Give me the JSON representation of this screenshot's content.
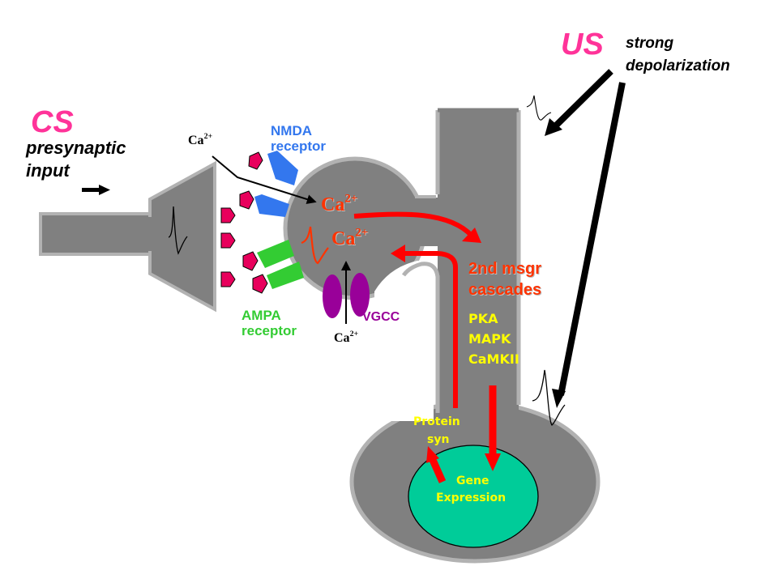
{
  "colors": {
    "cell_fill": "#808080",
    "cell_edge": "#b2b2b2",
    "pink_title": "#ff3399",
    "nmda_blue": "#3377ee",
    "ampa_green": "#33cc33",
    "glutamate": "#e8005c",
    "vgcc_purple": "#990099",
    "calcium_red": "#ff3300",
    "arrow_red": "#ff0000",
    "yellow_text": "#ffff00",
    "nucleus": "#00cc99",
    "black": "#000000"
  },
  "labels": {
    "cs_title": "CS",
    "cs_sub_line1": "presynaptic",
    "cs_sub_line2": "input",
    "us_title": "US",
    "us_sub_line1": "strong",
    "us_sub_line2": "depolarization",
    "nmda_line1": "NMDA",
    "nmda_line2": "receptor",
    "ampa_line1": "AMPA",
    "ampa_line2": "receptor",
    "vgcc": "VGCC",
    "ion_base": "Ca",
    "ion_charge": "2+",
    "cascade_line1": "2nd msgr",
    "cascade_line2": "cascades",
    "kinases": [
      "PKA",
      "MAPK",
      "CaMKII"
    ],
    "protein_line1": "Protein",
    "protein_line2": "syn",
    "gene_line1": "Gene",
    "gene_line2": "Expression"
  }
}
